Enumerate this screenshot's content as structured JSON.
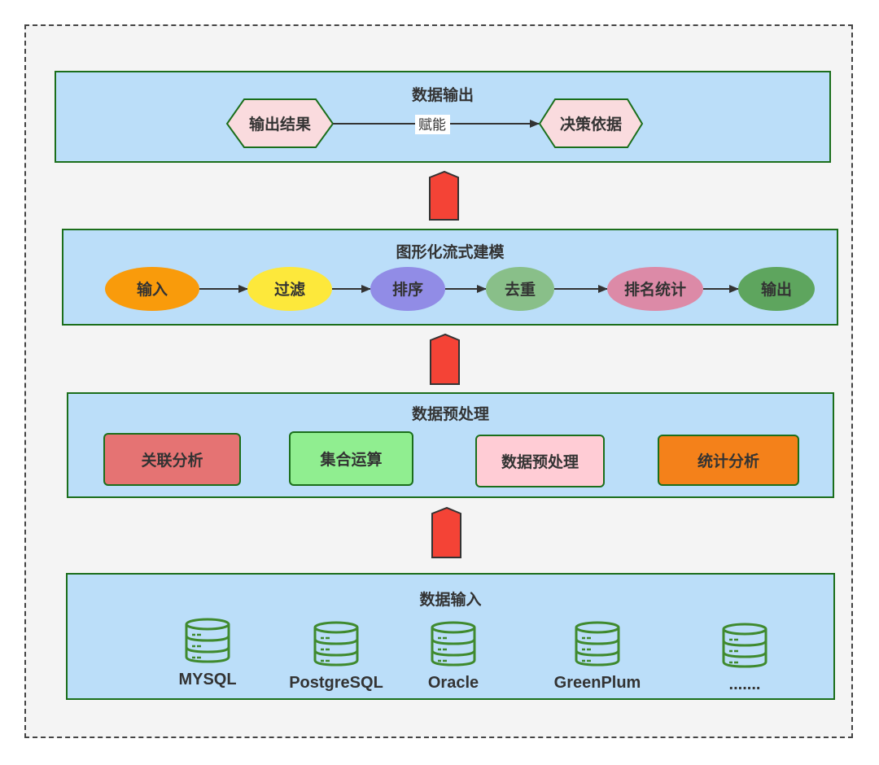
{
  "colors": {
    "layer_fill": "#bbdef9",
    "layer_border": "#1b6e1b",
    "frame_fill": "#f4f4f4",
    "arrow_fill": "#f44336",
    "hexagon_fill": "#fadbde",
    "db_icon": "#3f8a2e"
  },
  "output_layer": {
    "title": "数据输出",
    "source_node": "输出结果",
    "edge_label": "赋能",
    "target_node": "决策依据"
  },
  "modeling_layer": {
    "title": "图形化流式建模",
    "nodes": [
      {
        "label": "输入",
        "color": "#f99b0b"
      },
      {
        "label": "过滤",
        "color": "#fde83b"
      },
      {
        "label": "排序",
        "color": "#918ce6"
      },
      {
        "label": "去重",
        "color": "#89bf89"
      },
      {
        "label": "排名统计",
        "color": "#dc8aa7"
      },
      {
        "label": "输出",
        "color": "#5ea55e"
      }
    ]
  },
  "preprocess_layer": {
    "title": "数据预处理",
    "boxes": [
      {
        "label": "关联分析",
        "color": "#e57373"
      },
      {
        "label": "集合运算",
        "color": "#90ee90"
      },
      {
        "label": "数据预处理",
        "color": "#ffccd5"
      },
      {
        "label": "统计分析",
        "color": "#f4811a"
      }
    ]
  },
  "input_layer": {
    "title": "数据输入",
    "sources": [
      {
        "label": "MYSQL",
        "icon": "database-icon"
      },
      {
        "label": "PostgreSQL",
        "icon": "database-icon"
      },
      {
        "label": "Oracle",
        "icon": "database-icon"
      },
      {
        "label": "GreenPlum",
        "icon": "database-icon"
      },
      {
        "label": ".......",
        "icon": "database-icon"
      }
    ]
  }
}
